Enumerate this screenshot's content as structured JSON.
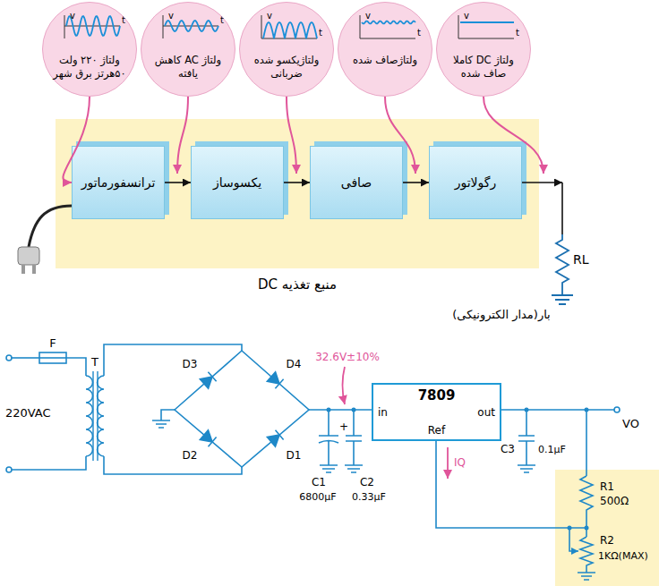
{
  "diagram": {
    "nodes": [
      {
        "text": [
          "ولتاژ ۲۲۰ ولت ۵۰هرتز برق شهر"
        ]
      },
      {
        "text": [
          "ولتاژ AC کاهش یافته"
        ]
      },
      {
        "text": [
          "ولتاژیکسو شده ضربانی"
        ]
      },
      {
        "text": [
          "ولتاژصاف شده"
        ]
      },
      {
        "text": [
          "ولتاژ DC کاملا صاف شده"
        ]
      },
      {
        "text": [
          "منبع تغذیه DC"
        ]
      },
      {
        "text": [
          "ترانسفورماتور"
        ],
        "in": 5
      },
      {
        "text": [
          "یکسوساز"
        ],
        "in": 5
      },
      {
        "text": [
          "صافی"
        ],
        "in": 5
      },
      {
        "text": [
          "رگولاتور"
        ],
        "in": 5
      },
      {
        "text": [
          "7809",
          "in",
          "out",
          "Ref"
        ]
      }
    ],
    "edges": [
      {
        "from": 0,
        "to": 6,
        "arrow": "to"
      },
      {
        "from": 6,
        "to": 7,
        "arrow": "to"
      },
      {
        "from": 7,
        "to": 8,
        "arrow": "to"
      },
      {
        "from": 8,
        "to": 9,
        "arrow": "to"
      }
    ],
    "labels": [
      "بار(مدار الکترونیکی)",
      "RL",
      "v",
      "t",
      "v",
      "t",
      "v",
      "t",
      "v",
      "t",
      "v",
      "t",
      "F",
      "T",
      "220VAC",
      "D3",
      "D4",
      "D2",
      "D1",
      "32.6V±10%",
      "+",
      "C1",
      "6800µF",
      "C2",
      "0.33µF",
      "IQ",
      "C3",
      "0.1µF",
      "VO",
      "R1",
      "500Ω",
      "R2",
      "1KΩ(MAX)"
    ]
  }
}
